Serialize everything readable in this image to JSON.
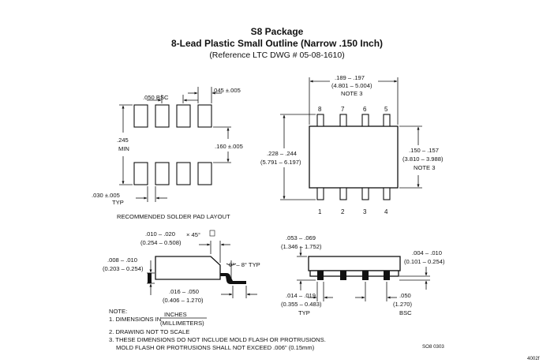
{
  "header": {
    "title": "S8 Package",
    "subtitle": "8-Lead Plastic Small Outline (Narrow .150 Inch)",
    "reference": "(Reference LTC DWG # 05-08-1610)"
  },
  "top_view": {
    "width_inch": ".189 – .197",
    "width_mm": "(4.801 – 5.004)",
    "width_note": "NOTE 3",
    "pin_numbers_top": [
      "8",
      "7",
      "6",
      "5"
    ],
    "pin_numbers_bottom": [
      "1",
      "2",
      "3",
      "4"
    ],
    "overall_width_inch": ".228 – .244",
    "overall_width_mm": "(5.791 – 6.197)",
    "body_width_inch": ".150 – .157",
    "body_width_mm": "(3.810 – 3.988)",
    "body_width_note": "NOTE 3"
  },
  "pad_layout": {
    "pitch": ".050 BSC",
    "pad_width": ".045 ±.005",
    "row_span": ".245",
    "row_span_label": "MIN",
    "pad_length": ".160 ±.005",
    "pad_gap": ".030 ±.005",
    "pad_gap_label": "TYP",
    "caption": "RECOMMENDED SOLDER PAD LAYOUT"
  },
  "side_view": {
    "chamfer_inch": ".010 – .020",
    "chamfer_mm": "(0.254 – 0.508)",
    "chamfer_angle": "× 45°",
    "lead_thickness_inch": ".008 – .010",
    "lead_thickness_mm": "(0.203 – 0.254)",
    "lead_angle": "0° – 8° TYP",
    "foot_length_inch": ".016 – .050",
    "foot_length_mm": "(0.406 – 1.270)"
  },
  "end_view": {
    "height_inch": ".053 – .069",
    "height_mm": "(1.346 – 1.752)",
    "standoff_inch": ".004 – .010",
    "standoff_mm": "(0.101 – 0.254)",
    "lead_width_inch": ".014 – .019",
    "lead_width_mm": "(0.355 – 0.483)",
    "lead_width_label": "TYP",
    "pitch_inch": ".050",
    "pitch_mm": "(1.270)",
    "pitch_label": "BSC"
  },
  "notes": {
    "heading": "NOTE:",
    "note1_prefix": "1. DIMENSIONS IN",
    "note1_numerator": "INCHES",
    "note1_denominator": "(MILLIMETERS)",
    "note2": "2. DRAWING NOT TO SCALE",
    "note3_line1": "3. THESE DIMENSIONS DO NOT INCLUDE MOLD FLASH OR PROTRUSIONS.",
    "note3_line2": "MOLD FLASH OR PROTRUSIONS SHALL NOT EXCEED .006\" (0.15mm)",
    "drawing_code": "SO8 0303"
  },
  "page_code": "4002f"
}
